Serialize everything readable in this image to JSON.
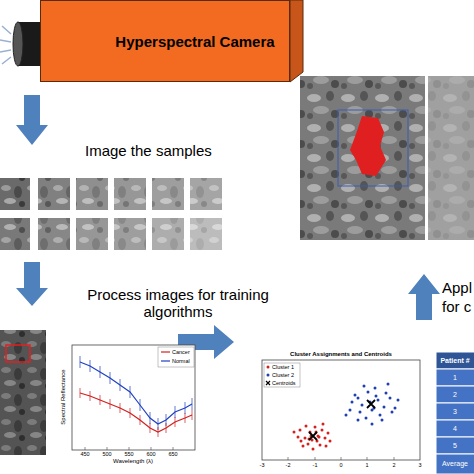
{
  "diagram": {
    "nodes": [
      {
        "text": [
          "Hyperspectral Camera"
        ]
      }
    ],
    "labels": [
      "Image the samples",
      "Process images for training algorithms",
      "Spectral Reflectance",
      "Wavelength (λ)",
      "450",
      "500",
      "550",
      "600",
      "650",
      "Cluster Assignments and Centroids",
      "-3",
      "-2",
      "-1",
      "0",
      "1",
      "2",
      "3",
      "Patient #",
      "1",
      "2",
      "3",
      "4",
      "5",
      "Average",
      "Appl",
      "for c"
    ],
    "legend": [
      {
        "text": "Cancer"
      },
      {
        "text": "Normal"
      },
      {
        "text": "Cluster 1"
      },
      {
        "text": "Cluster 2"
      },
      {
        "text": "Centroids"
      }
    ]
  }
}
